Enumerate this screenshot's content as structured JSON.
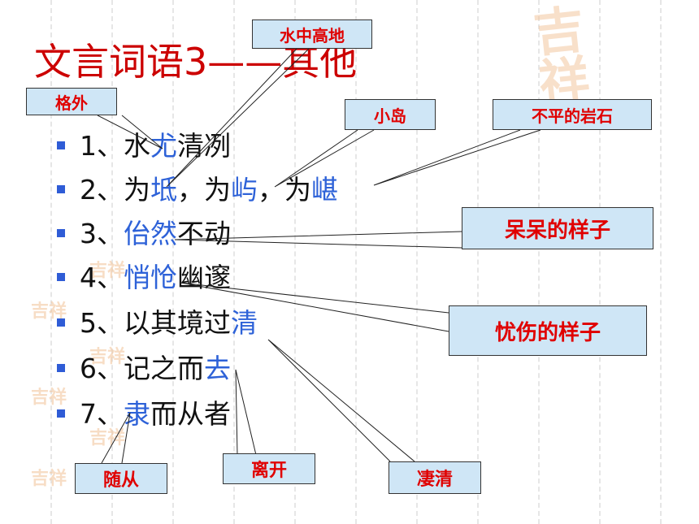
{
  "title": "文言词语3——其他",
  "items": [
    {
      "num": "1、",
      "parts": [
        {
          "t": "水",
          "h": false
        },
        {
          "t": "尤",
          "h": true
        },
        {
          "t": "清冽",
          "h": false
        }
      ]
    },
    {
      "num": "2、",
      "parts": [
        {
          "t": "为",
          "h": false
        },
        {
          "t": "坻",
          "h": true
        },
        {
          "t": "，为",
          "h": false
        },
        {
          "t": "屿",
          "h": true
        },
        {
          "t": "，为",
          "h": false
        },
        {
          "t": "嵁",
          "h": true
        }
      ]
    },
    {
      "num": "3、",
      "parts": [
        {
          "t": "佁然",
          "h": true
        },
        {
          "t": "不动",
          "h": false
        }
      ]
    },
    {
      "num": "4、",
      "parts": [
        {
          "t": "悄怆",
          "h": true
        },
        {
          "t": "幽邃",
          "h": false
        }
      ]
    },
    {
      "num": "5、",
      "parts": [
        {
          "t": "以其境过",
          "h": false
        },
        {
          "t": "清",
          "h": true
        }
      ]
    },
    {
      "num": "6、",
      "parts": [
        {
          "t": "记之而",
          "h": false
        },
        {
          "t": "去",
          "h": true
        }
      ]
    },
    {
      "num": "7、",
      "parts": [
        {
          "t": "隶",
          "h": true
        },
        {
          "t": "而从者",
          "h": false
        }
      ]
    }
  ],
  "callouts": {
    "shuizhong": "水中高地",
    "gewai": "格外",
    "xiaodao": "小岛",
    "yanshi": "不平的岩石",
    "daidai": "呆呆的样子",
    "youshang": "忧伤的样子",
    "suicong": "随从",
    "likai": "离开",
    "qiqing": "凄清"
  },
  "colors": {
    "title": "#cc0000",
    "highlight": "#2e62d8",
    "callout_bg": "#cfe6f6",
    "callout_text": "#e00000",
    "bullet": "#2f5cd6"
  }
}
